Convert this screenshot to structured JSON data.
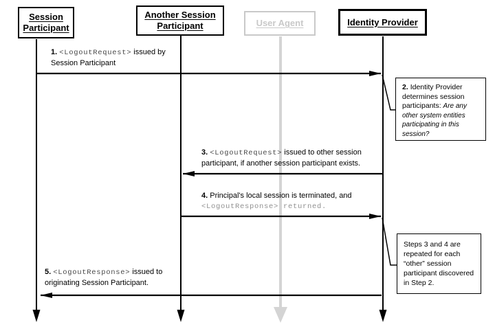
{
  "participants": [
    {
      "id": "session-participant",
      "name": "Session Participant",
      "state": "active"
    },
    {
      "id": "another-session-participant",
      "name": "Another Session Participant",
      "state": "active"
    },
    {
      "id": "user-agent",
      "name": "User Agent",
      "state": "inactive"
    },
    {
      "id": "identity-provider",
      "name": "Identity Provider",
      "state": "active"
    }
  ],
  "messages": {
    "m1": {
      "num": "1. ",
      "mono": "<LogoutRequest>",
      "rest": " issued by",
      "line2": "Session Participant",
      "from": "Session Participant",
      "to": "Identity Provider"
    },
    "m3": {
      "num": "3. ",
      "mono": "<LogoutRequest>",
      "rest": " issued to other session",
      "line2": "participant, if another session participant exists.",
      "from": "Identity Provider",
      "to": "Another Session Participant"
    },
    "m4": {
      "num": "4. ",
      "rest": "Principal's local session is terminated, and",
      "line2_mono": "<LogoutResponse> returned.",
      "from": "Another Session Participant",
      "to": "Identity Provider"
    },
    "m5": {
      "num": "5. ",
      "mono": "<LogoutResponse>",
      "rest": " issued to",
      "line2": "originating Session Participant.",
      "from": "Identity Provider",
      "to": "Session Participant"
    }
  },
  "notes": {
    "note2": {
      "num": "2. ",
      "text": "Identity Provider determines session participants: ",
      "italic": "Are any other system entities participating in this session?"
    },
    "note34": {
      "text": "Steps 3 and 4 are repeated for each “other” session participant discovered in Step 2."
    }
  },
  "colors": {
    "inactive": "#c9c9c9",
    "inactive_line": "#d4d4d4",
    "code_text": "#4a4a4a",
    "code_text_light": "#909090",
    "line": "#000000"
  }
}
